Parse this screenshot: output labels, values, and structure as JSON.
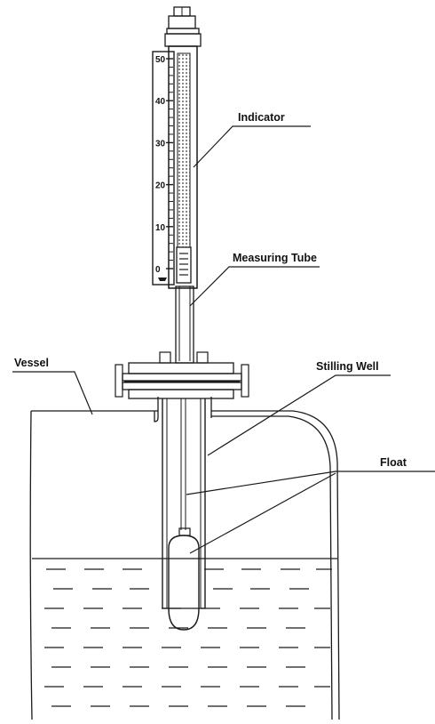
{
  "labels": {
    "indicator": "Indicator",
    "measuring_tube": "Measuring Tube",
    "vessel": "Vessel",
    "stilling_well": "Stilling Well",
    "float": "Float"
  },
  "scale": {
    "tick_labels": [
      "50",
      "40",
      "30",
      "20",
      "10",
      "0"
    ]
  },
  "colors": {
    "line": "#1a1a1a",
    "background": "#ffffff"
  }
}
